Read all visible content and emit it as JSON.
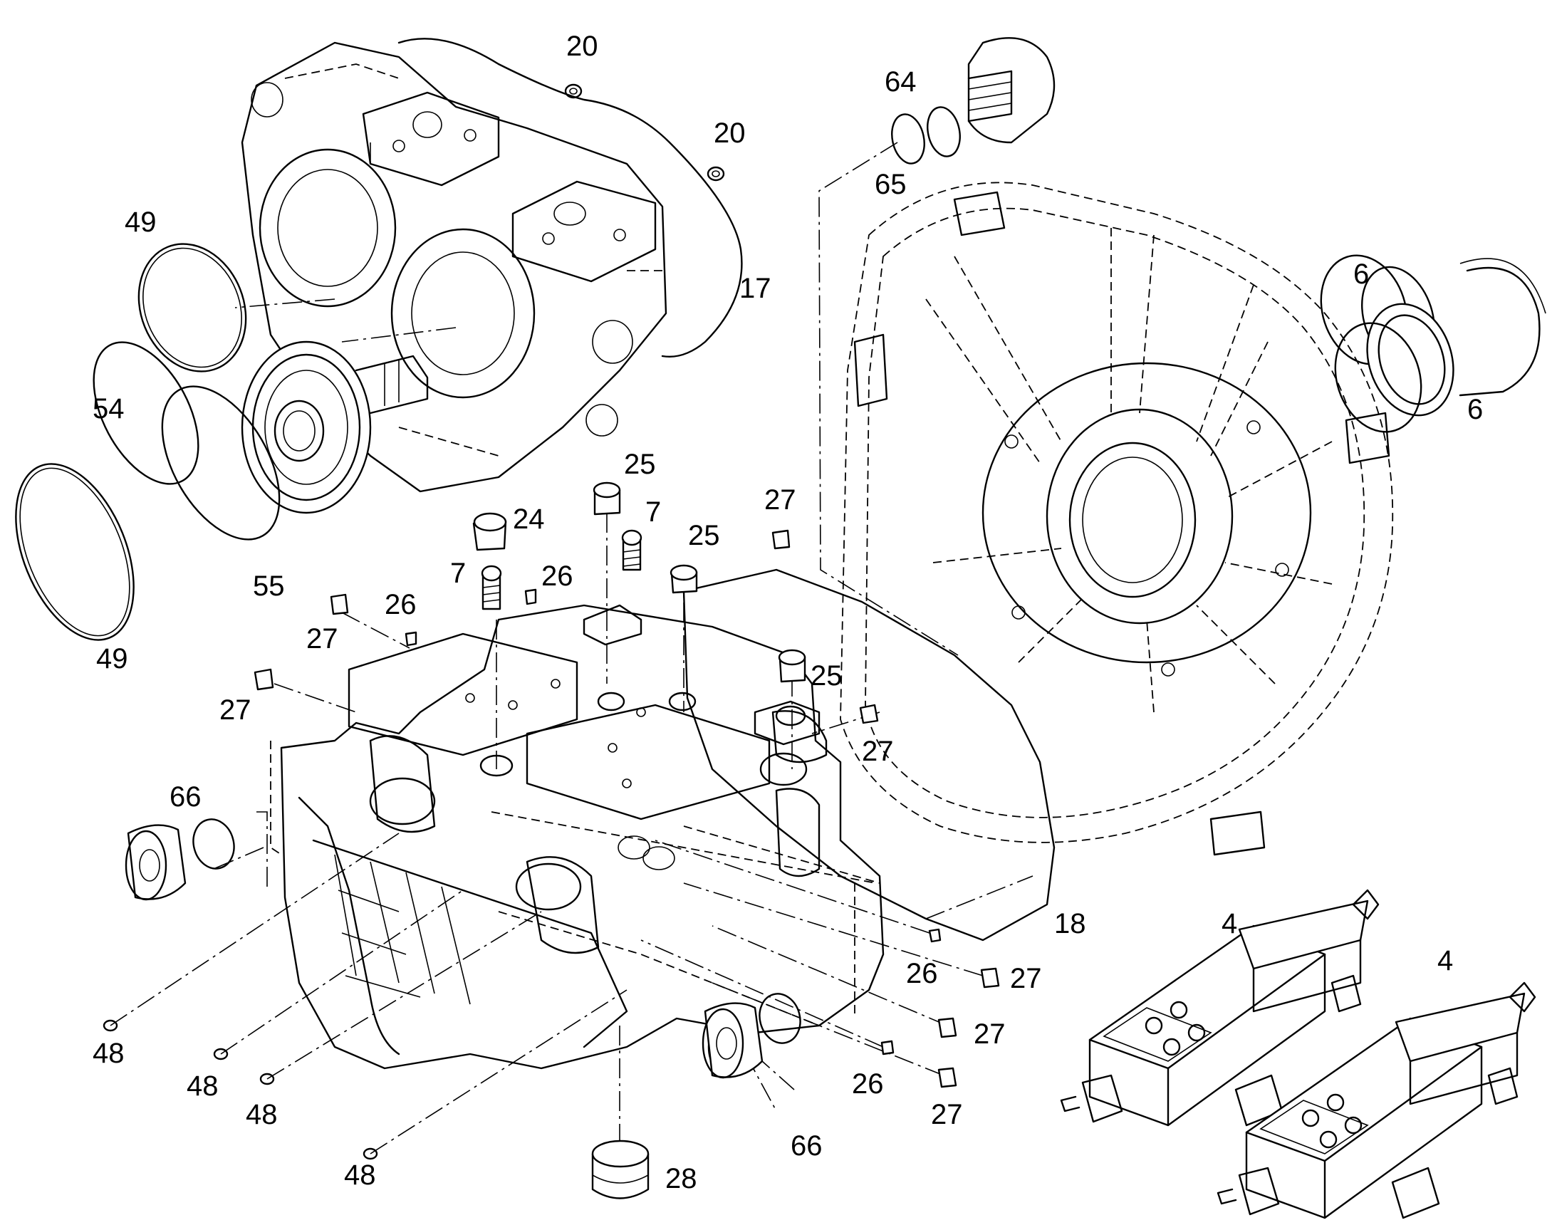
{
  "colors": {
    "background": "#ffffff",
    "line": "#000000"
  },
  "callouts": {
    "c20a": "20",
    "c20b": "20",
    "c64": "64",
    "c65": "65",
    "c49a": "49",
    "c17": "17",
    "c6a": "6",
    "c6b": "6",
    "c54": "54",
    "c55": "55",
    "c49b": "49",
    "c25a": "25",
    "c24": "24",
    "c7a": "7",
    "c7b": "7",
    "c26a": "26",
    "c25b": "25",
    "c27a": "27",
    "c26b": "26",
    "c27b": "27",
    "c27c": "27",
    "c25c": "25",
    "c27d": "27",
    "c66a": "66",
    "c18": "18",
    "c4a": "4",
    "c4b": "4",
    "c26c": "26",
    "c27e": "27",
    "c27f": "27",
    "c26d": "26",
    "c27g": "27",
    "c48a": "48",
    "c48b": "48",
    "c48c": "48",
    "c48d": "48",
    "c28": "28",
    "c66b": "66"
  }
}
